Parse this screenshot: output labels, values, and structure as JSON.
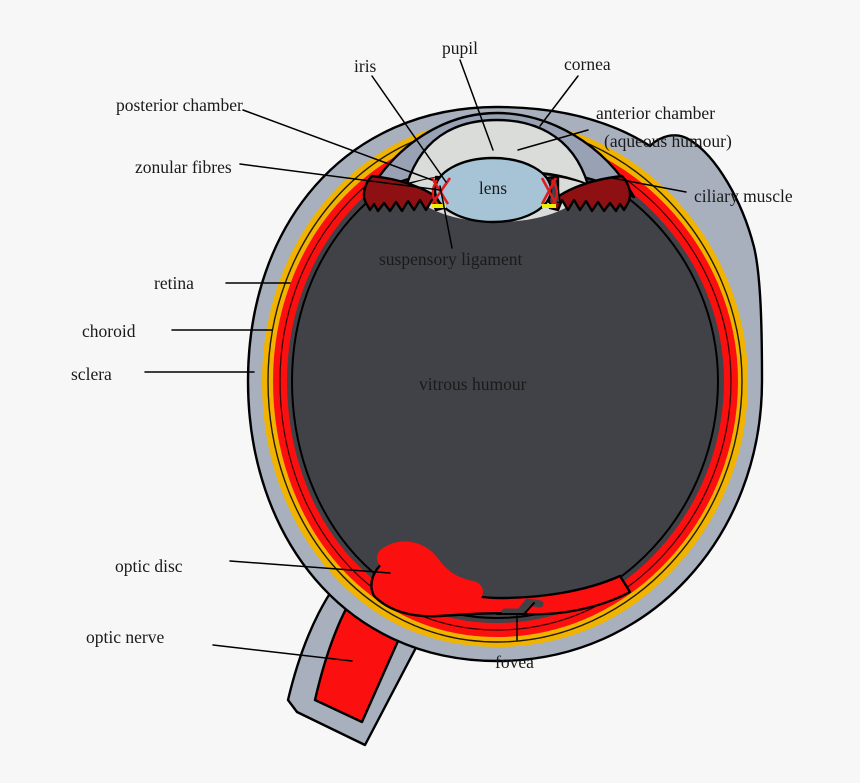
{
  "diagram": {
    "title": "Human Eye Cross-Section (Schematic Anatomical Diagram)",
    "background_color": "#f7f7f7",
    "text_color": "#1a1a1a"
  },
  "labels": {
    "posterior_chamber": "posterior chamber",
    "zonular_fibres": "zonular fibres",
    "iris": "iris",
    "pupil": "pupil",
    "cornea": "cornea",
    "anterior_chamber": "anterior chamber",
    "aqueous_humour": "(aqueous humour)",
    "ciliary_muscle": "ciliary muscle",
    "lens": "lens",
    "suspensory_ligament": "suspensory ligament",
    "retina": "retina",
    "choroid": "choroid",
    "sclera": "sclera",
    "vitrous_humour": "vitrous humour",
    "optic_disc": "optic disc",
    "optic_nerve": "optic nerve",
    "fovea": "fovea"
  },
  "structures": {
    "sclera": {
      "name": "sclera",
      "color": "#a8b0bd"
    },
    "cornea": {
      "name": "cornea",
      "color": "#99a2b4"
    },
    "choroid": {
      "name": "choroid",
      "color": "#f0b400"
    },
    "retina": {
      "name": "retina",
      "color": "#fc0f0f"
    },
    "vitreous_humour": {
      "name": "vitrous humour",
      "color": "#414247"
    },
    "aqueous_humour": {
      "name": "anterior chamber (aqueous humour)",
      "color": "#d9dcd9"
    },
    "lens": {
      "name": "lens",
      "color": "#a7c4d6"
    },
    "iris_ciliary": {
      "name": "iris / ciliary muscle",
      "color": "#8e1013"
    },
    "zonular_fibres": {
      "name": "zonular fibres",
      "color": "#e01b1b"
    },
    "suspensory_ligament_mark": {
      "name": "suspensory ligament",
      "color": "#eded00"
    },
    "optic_nerve": {
      "name": "optic nerve",
      "color": "#fc0f0f"
    },
    "optic_nerve_sheath": {
      "name": "optic nerve sheath",
      "color": "#a8b0bd"
    },
    "outline": {
      "name": "outline stroke",
      "color": "#000000"
    }
  }
}
